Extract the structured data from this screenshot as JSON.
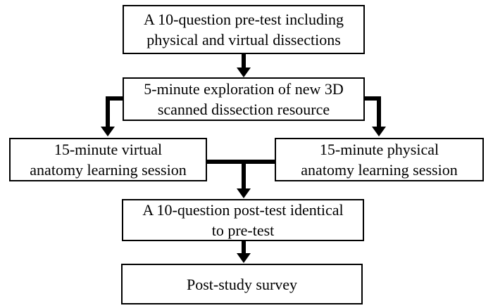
{
  "diagram": {
    "type": "flowchart",
    "background_color": "#ffffff",
    "box_fill_color": "#ffffff",
    "box_border_color": "#000000",
    "arrow_color": "#000000",
    "boxes": {
      "pretest": {
        "line1": "A 10-question pre-test including",
        "line2": "physical and virtual dissections"
      },
      "exploration": {
        "line1": "5-minute exploration of new 3D",
        "line2": "scanned dissection resource"
      },
      "virtual_session": {
        "line1": "15-minute virtual",
        "line2": "anatomy learning session"
      },
      "physical_session": {
        "line1": "15-minute physical",
        "line2": "anatomy learning session"
      },
      "posttest": {
        "line1": "A 10-question post-test identical",
        "line2": "to pre-test"
      },
      "survey": {
        "line1": "Post-study survey"
      }
    },
    "flow": [
      "pretest -> exploration",
      "exploration -> virtual_session",
      "exploration -> physical_session",
      "virtual_session + physical_session -> posttest",
      "posttest -> survey"
    ]
  }
}
